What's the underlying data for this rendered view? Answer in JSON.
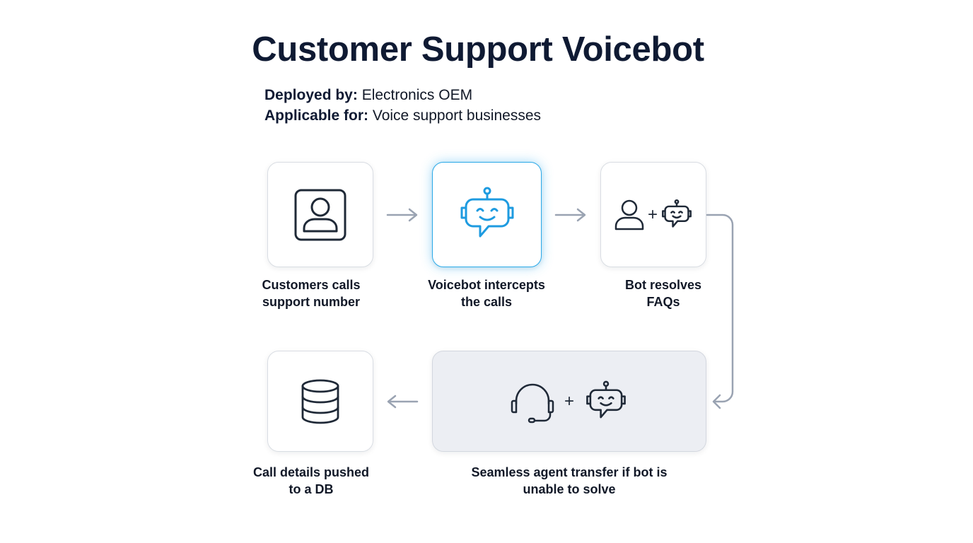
{
  "title": "Customer Support Voicebot",
  "meta": {
    "deployed_label": "Deployed by:",
    "deployed_value": " Electronics OEM",
    "applicable_label": "Applicable for:",
    "applicable_value": " Voice support businesses"
  },
  "steps": [
    {
      "icon": "user-profile-icon",
      "caption_line1": "Customers calls",
      "caption_line2": "support number"
    },
    {
      "icon": "robot-chat-icon",
      "caption_line1": "Voicebot intercepts",
      "caption_line2": "the calls"
    },
    {
      "icon": "person-plus-robot-icon",
      "caption_line1": "Bot resolves",
      "caption_line2": "FAQs",
      "plus": "+"
    },
    {
      "icon": "headset-plus-robot-icon",
      "caption_line1": "Seamless agent transfer if bot is",
      "caption_line2": "unable to solve",
      "plus": "+"
    },
    {
      "icon": "database-icon",
      "caption_line1": "Call details pushed",
      "caption_line2": "to a DB"
    }
  ],
  "colors": {
    "title": "#0f1a33",
    "icon_stroke": "#1f2937",
    "accent_blue": "#1e9be0",
    "arrow": "#9aa3b2",
    "wide_card_bg": "#eceef3"
  }
}
